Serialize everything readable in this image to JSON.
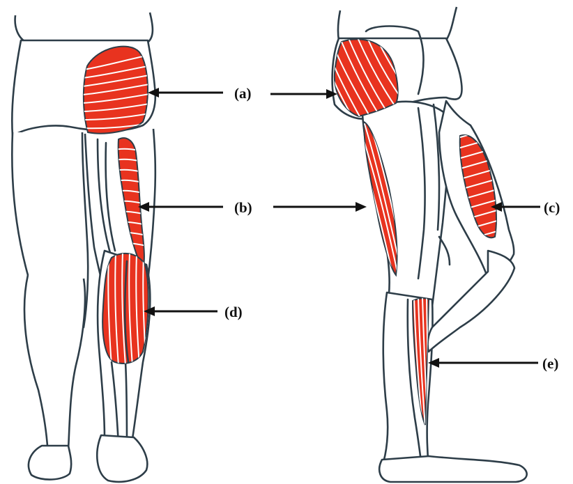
{
  "colors": {
    "muscle": "#e8331f",
    "outline": "#2d3d48",
    "arrow": "#111111"
  },
  "labels": {
    "a": "(a)",
    "b": "(b)",
    "c": "(c)",
    "d": "(d)",
    "e": "(e)"
  }
}
